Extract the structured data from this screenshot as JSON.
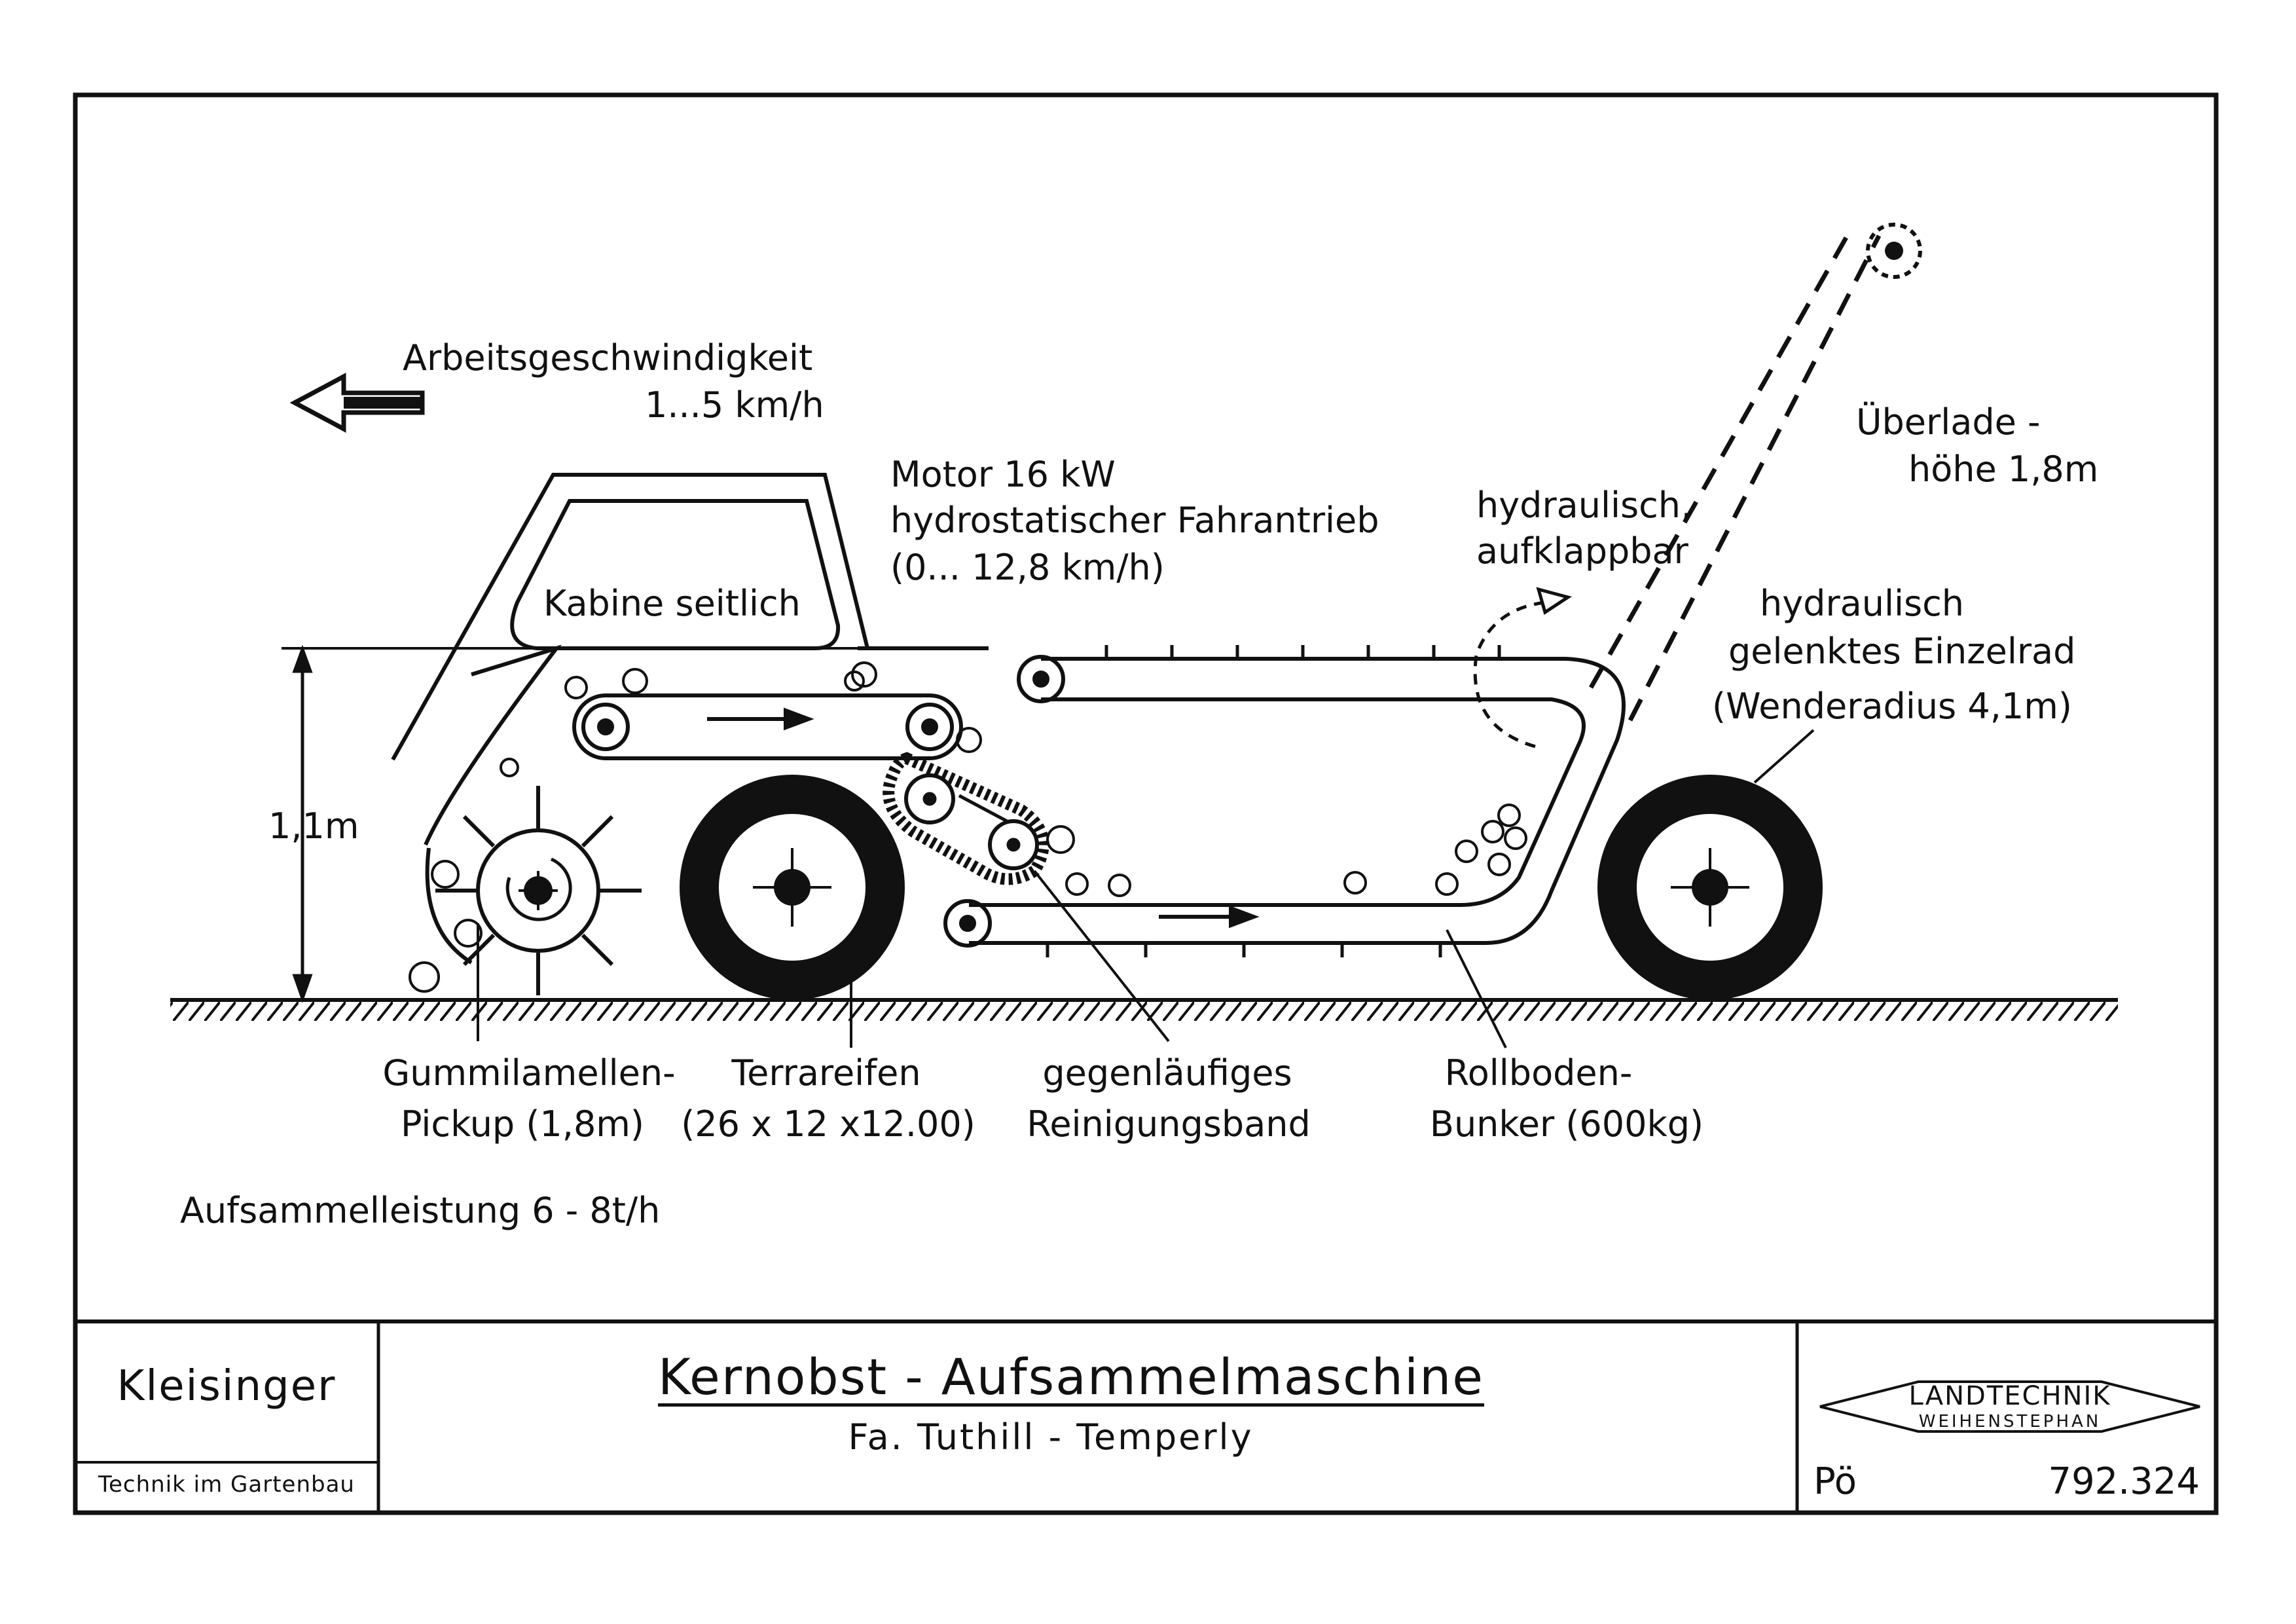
{
  "labels": {
    "speed_label": "Arbeitsgeschwindigkeit",
    "speed_value": "1...5 km/h",
    "motor_line1": "Motor 16 kW",
    "motor_line2": "hydrostatischer Fahrantrieb",
    "motor_line3": "(0... 12,8 km/h)",
    "cabin": "Kabine seitlich",
    "height": "1,1m",
    "hydraulic_line1": "hydraulisch,",
    "hydraulic_line2": "aufklappbar",
    "overload_line1": "Überlade -",
    "overload_line2": "höhe 1,8m",
    "steer_line1": "hydraulisch",
    "steer_line2": "gelenktes Einzelrad",
    "steer_line3": "(Wenderadius 4,1m)",
    "pickup_line1": "Gummilamellen-",
    "pickup_line2": "Pickup (1,8m)",
    "tyre_line1": "Terrareifen",
    "tyre_line2": "(26 x 12 x12.00)",
    "belt_line1": "gegenläufiges",
    "belt_line2": "Reinigungsband",
    "bunker_line1": "Rollboden-",
    "bunker_line2": "Bunker (600kg)",
    "capacity": "Aufsammelleistung 6 - 8t/h"
  },
  "title_block": {
    "author": "Kleisinger",
    "department": "Technik im Gartenbau",
    "title": "Kernobst - Aufsammelmaschine",
    "subtitle": "Fa. Tuthill - Temperly",
    "logo_line1": "LANDTECHNIK",
    "logo_line2": "WEIHENSTEPHAN",
    "drawer": "Pö",
    "drawing_number": "792.324"
  }
}
